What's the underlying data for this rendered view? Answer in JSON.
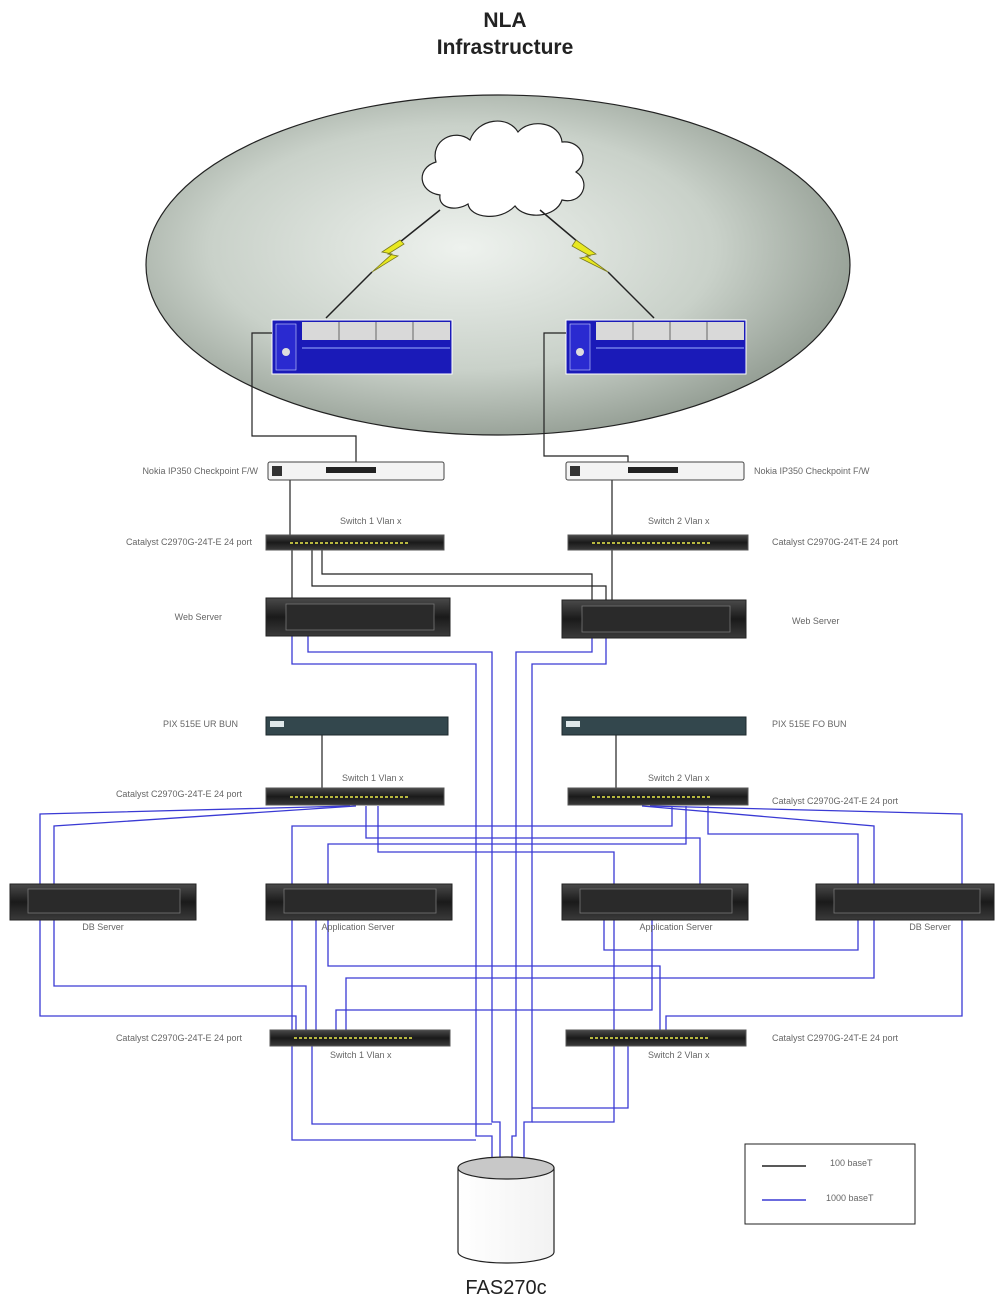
{
  "title": {
    "line1": "NLA",
    "line2": "Infrastructure"
  },
  "devices": {
    "firewall_left": "Nokia IP350 Checkpoint F/W",
    "firewall_right": "Nokia IP350 Checkpoint F/W",
    "switch_top_left_name": "Switch 1 Vlan x",
    "switch_top_left_model": "Catalyst C2970G-24T-E 24 port",
    "switch_top_right_name": "Switch 2 Vlan x",
    "switch_top_right_model": "Catalyst C2970G-24T-E 24 port",
    "web_server_left": "Web Server",
    "web_server_right": "Web Server",
    "pix_left": "PIX 515E UR BUN",
    "pix_right": "PIX 515E FO BUN",
    "switch_mid_left_name": "Switch 1 Vlan x",
    "switch_mid_left_model": "Catalyst C2970G-24T-E 24 port",
    "switch_mid_right_name": "Switch 2 Vlan x",
    "switch_mid_right_model": "Catalyst C2970G-24T-E 24 port",
    "db_server_left": "DB Server",
    "app_server_left": "Application Server",
    "app_server_right": "Application Server",
    "db_server_right": "DB Server",
    "switch_bot_left_name": "Switch 1 Vlan x",
    "switch_bot_left_model": "Catalyst C2970G-24T-E 24 port",
    "switch_bot_right_name": "Switch 2 Vlan x",
    "switch_bot_right_model": "Catalyst C2970G-24T-E 24 port",
    "storage": "FAS270c"
  },
  "legend": {
    "items": [
      {
        "label": "100 baseT",
        "color": "#222222"
      },
      {
        "label": "1000 baseT",
        "color": "#3a3ad4"
      }
    ]
  },
  "colors": {
    "cable_100": "#222222",
    "cable_1000": "#3a3ad4",
    "router_panel": "#1a1ab8",
    "internet_zone": "#cfd6cf"
  }
}
